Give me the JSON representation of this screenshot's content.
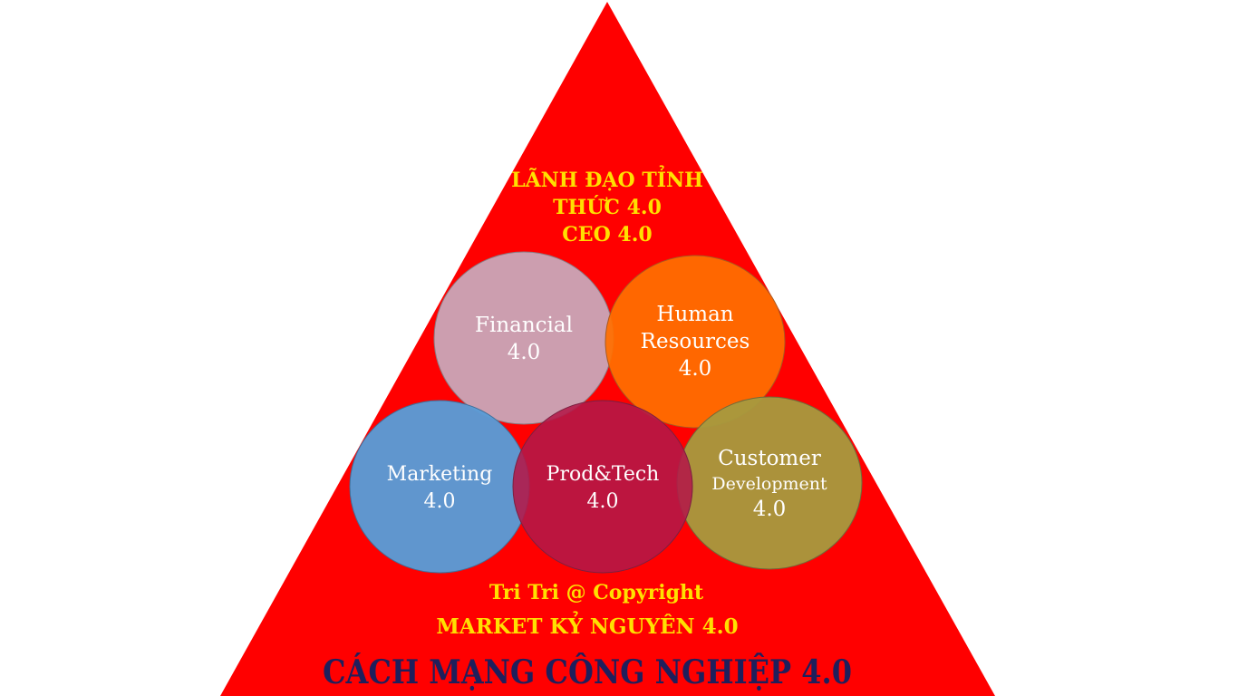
{
  "colors": {
    "background": "#ffffff",
    "pyramid": "#ff0000",
    "yellow_text": "#ffe000",
    "white_text": "#ffffff",
    "navy_text": "#1f1f5c",
    "financial": "#c9a6b8",
    "human_resources": "#ff6f00",
    "marketing": "#5b9bd5",
    "prod_tech": "#b31848",
    "customer": "#b09a3a"
  },
  "top_label": {
    "line1": "LÃNH ĐẠO TỈNH",
    "line2": "THỨC 4.0",
    "line3": "CEO 4.0"
  },
  "circles": {
    "financial": {
      "line1": "Financial",
      "line2": "4.0"
    },
    "human_resources": {
      "line1": "Human",
      "line2": "Resources",
      "line3": "4.0"
    },
    "marketing": {
      "line1": "Marketing",
      "line2": "4.0"
    },
    "prod_tech": {
      "line1": "Prod&Tech",
      "line2": "4.0"
    },
    "customer": {
      "line1": "Customer",
      "line2": "Development",
      "line3": "4.0"
    }
  },
  "copyright": "Tri Tri @ Copyright",
  "market_label": "MARKET KỶ NGUYÊN 4.0",
  "base_label": "CÁCH MẠNG CÔNG NGHIỆP 4.0"
}
